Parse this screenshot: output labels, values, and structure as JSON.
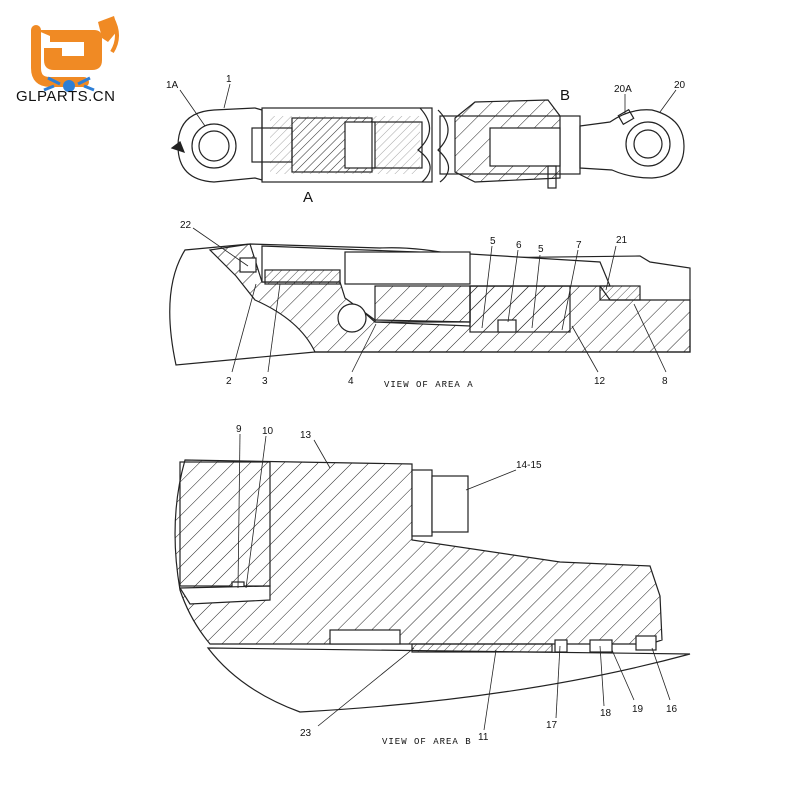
{
  "brand": {
    "name": "GLPARTS.CN",
    "logo_color": "#F08A24",
    "gear_color": "#2E7FD6"
  },
  "diagram": {
    "top_view": {
      "area_markers": [
        "A",
        "B"
      ],
      "labels": [
        "1A",
        "1",
        "20A",
        "20"
      ]
    },
    "view_a": {
      "caption": "VIEW OF AREA A",
      "labels": [
        "22",
        "5",
        "6",
        "5",
        "7",
        "21",
        "2",
        "3",
        "4",
        "12",
        "8"
      ]
    },
    "view_b": {
      "caption": "VIEW OF AREA B",
      "labels": [
        "9",
        "10",
        "13",
        "14-15",
        "23",
        "11",
        "17",
        "18",
        "19",
        "16"
      ]
    }
  }
}
